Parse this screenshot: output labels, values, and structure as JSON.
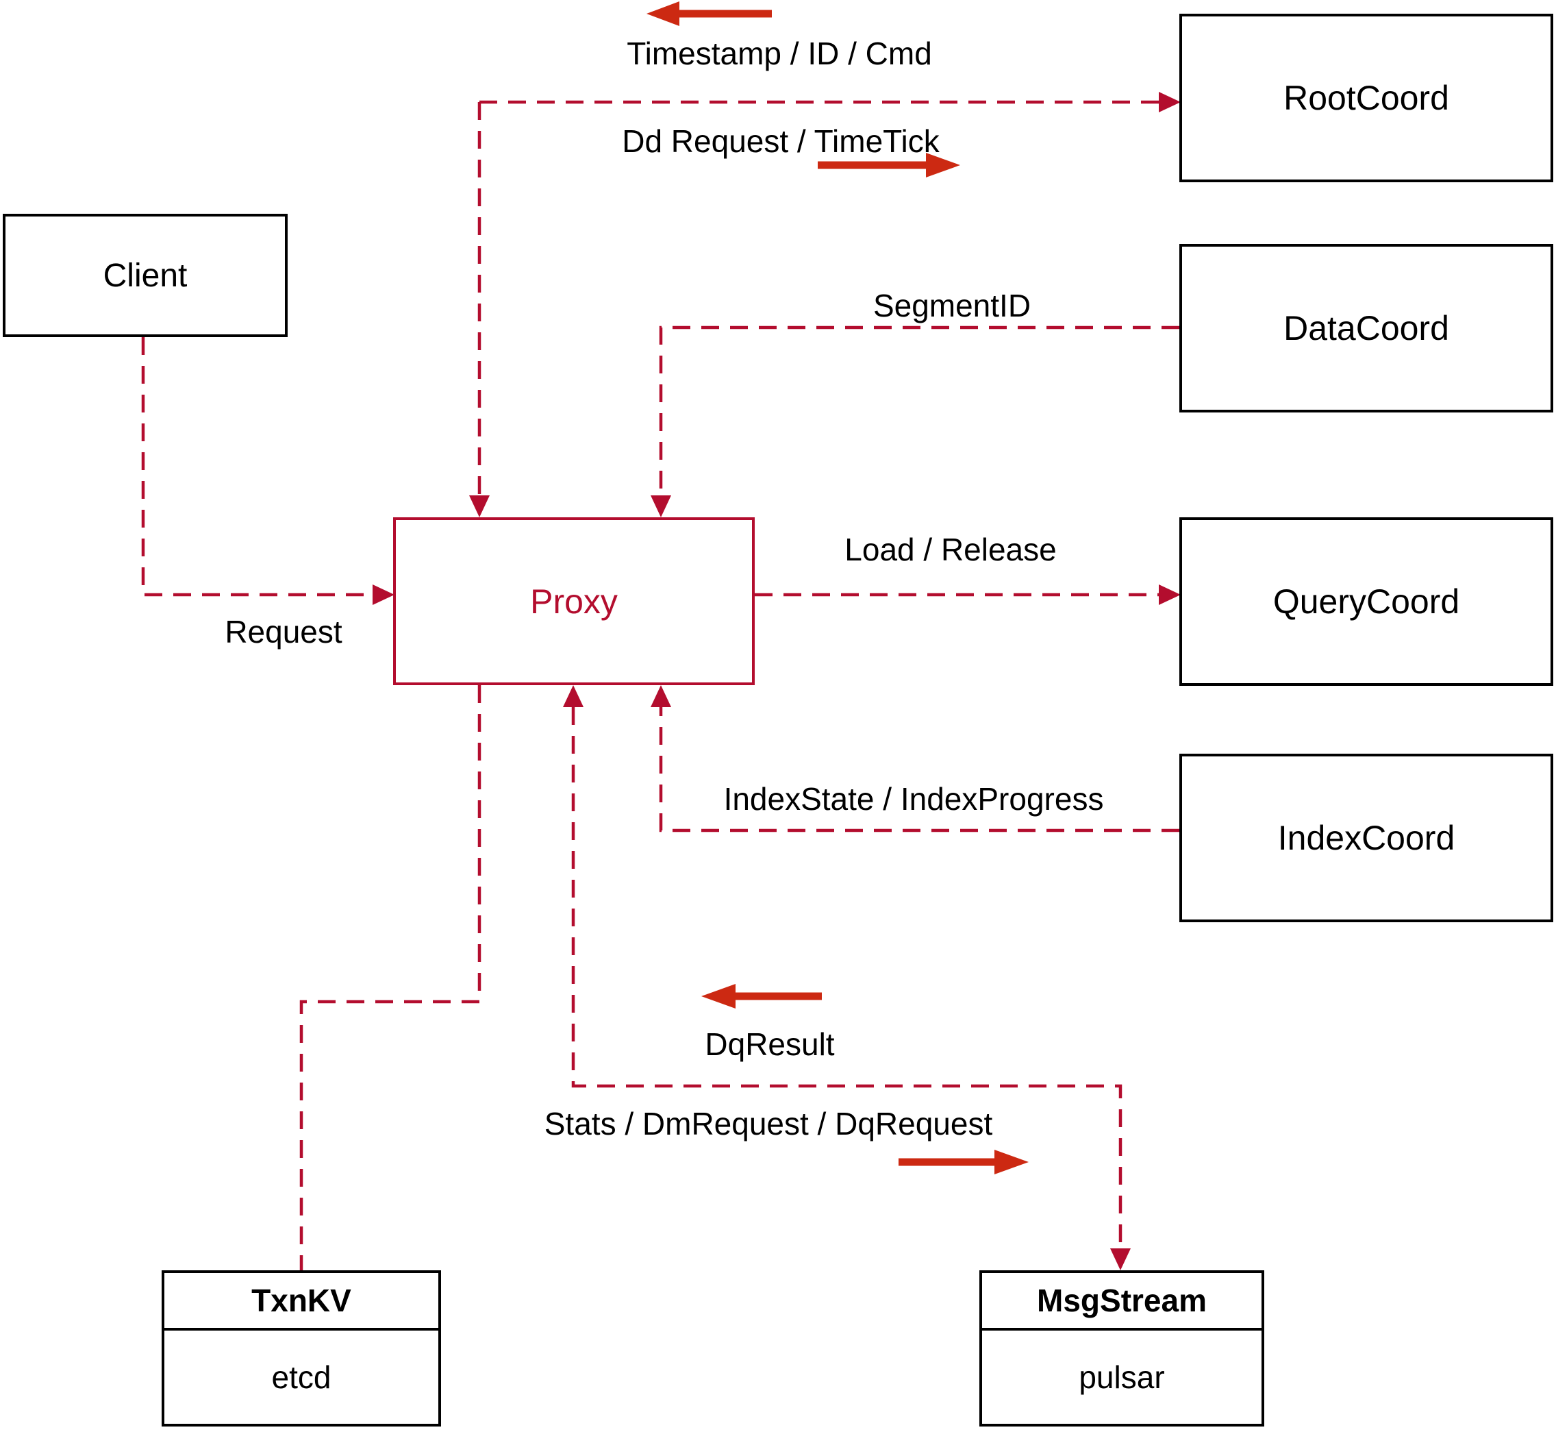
{
  "diagram": {
    "colors": {
      "edge": "#b30d2e",
      "flow": "#cc2912",
      "border": "#000000",
      "text": "#000000",
      "bg": "#ffffff"
    },
    "nodes": {
      "client": {
        "label": "Client"
      },
      "proxy": {
        "label": "Proxy"
      },
      "root_coord": {
        "label": "RootCoord"
      },
      "data_coord": {
        "label": "DataCoord"
      },
      "query_coord": {
        "label": "QueryCoord"
      },
      "index_coord": {
        "label": "IndexCoord"
      },
      "txn_kv": {
        "title": "TxnKV",
        "subtitle": "etcd"
      },
      "msg_stream": {
        "title": "MsgStream",
        "subtitle": "pulsar"
      }
    },
    "edge_labels": {
      "timestamp_id_cmd": "Timestamp / ID / Cmd",
      "dd_request_timetick": "Dd Request / TimeTick",
      "segment_id": "SegmentID",
      "request": "Request",
      "load_release": "Load / Release",
      "index_state_progress": "IndexState / IndexProgress",
      "dq_result": "DqResult",
      "stats_dm_dq": "Stats / DmRequest / DqRequest"
    }
  }
}
